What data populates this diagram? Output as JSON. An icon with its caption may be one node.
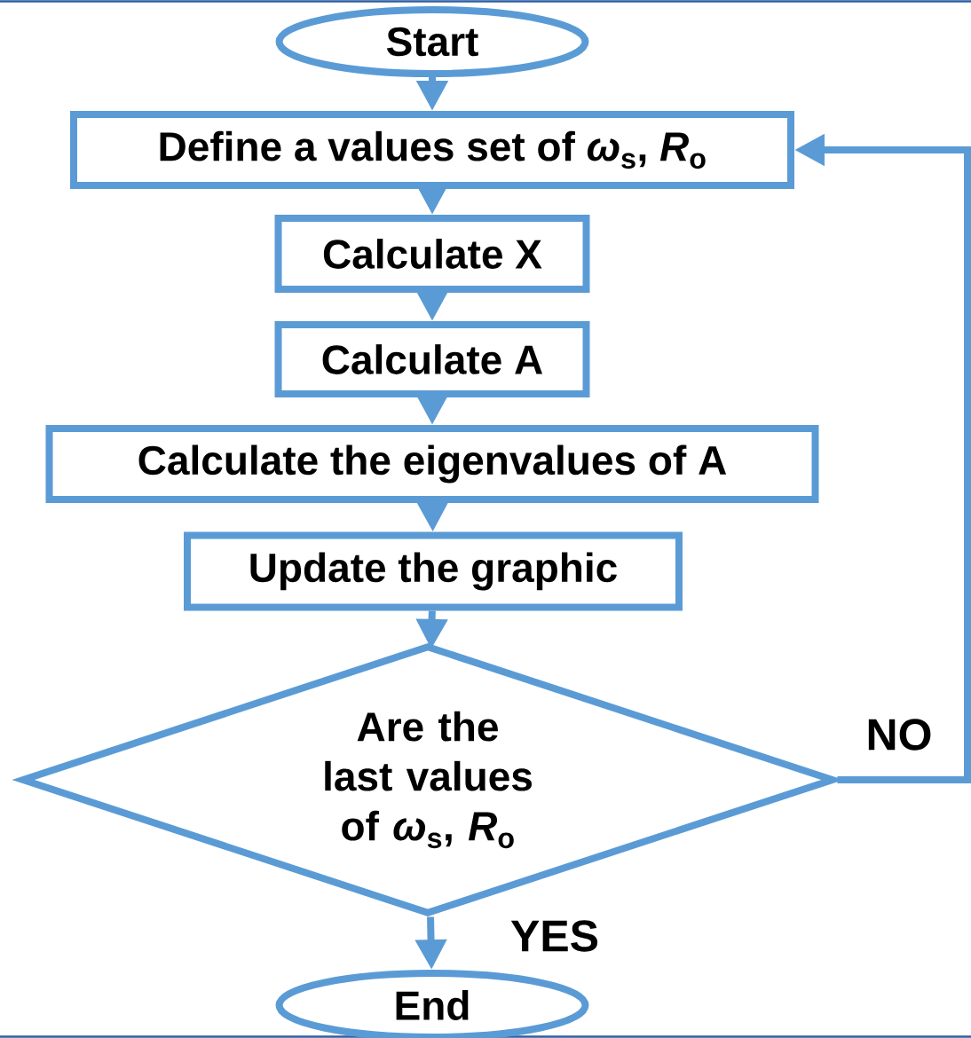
{
  "diagram": {
    "nodes": [
      {
        "text": [
          "Start"
        ]
      },
      {
        "text": [
          "Define a values set of *ω*$_{s}$, *R*$_{o}$"
        ]
      },
      {
        "text": [
          "Calculate X"
        ]
      },
      {
        "text": [
          "Calculate A"
        ]
      },
      {
        "text": [
          "Calculate the eigenvalues of A"
        ]
      },
      {
        "text": [
          "Update the graphic"
        ]
      },
      {
        "text": [
          "Are the last values of *ω*$_{s}$, *R*$_{o}$"
        ]
      },
      {
        "text": [
          "End"
        ]
      }
    ],
    "edges": [
      {
        "from": 0,
        "to": 1,
        "arrow": "to"
      },
      {
        "from": 1,
        "to": 2,
        "arrow": "to"
      },
      {
        "from": 2,
        "to": 3,
        "arrow": "to"
      },
      {
        "from": 3,
        "to": 4,
        "arrow": "to"
      },
      {
        "from": 4,
        "to": 5,
        "arrow": "to"
      },
      {
        "from": 5,
        "to": 6,
        "arrow": "to"
      },
      {
        "from": 6,
        "to": 7,
        "arrow": "to",
        "label": "YES"
      },
      {
        "from": 6,
        "to": 1,
        "arrow": "to",
        "label": "NO"
      }
    ]
  }
}
